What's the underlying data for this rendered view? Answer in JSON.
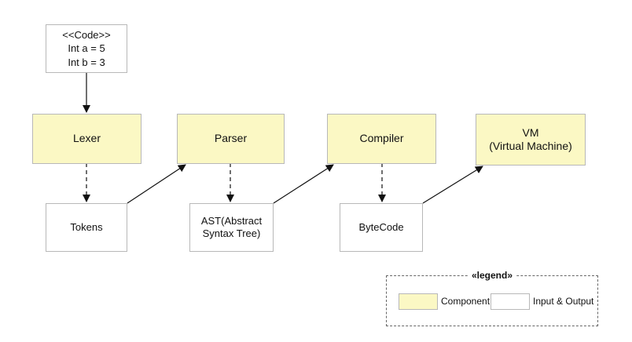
{
  "code": {
    "title": "<<Code>>",
    "line1": "Int a = 5",
    "line2": "Int b = 3"
  },
  "components": {
    "lexer": "Lexer",
    "parser": "Parser",
    "compiler": "Compiler",
    "vm_line1": "VM",
    "vm_line2": "(Virtual Machine)"
  },
  "outputs": {
    "tokens": "Tokens",
    "ast_line1": "AST(Abstract",
    "ast_line2": "Syntax Tree)",
    "bytecode": "ByteCode"
  },
  "legend": {
    "title": "«legend»",
    "component": "Component",
    "io": "Input & Output"
  },
  "colors": {
    "component_fill": "#fbf8c4",
    "border": "#b8b8b8",
    "arrow": "#111111"
  }
}
